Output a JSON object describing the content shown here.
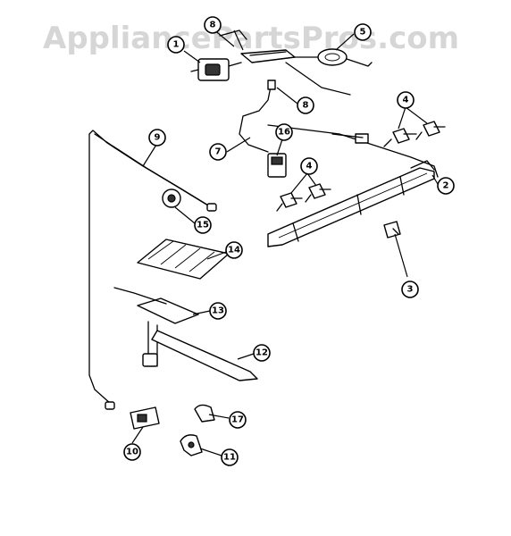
{
  "watermark": "AppliancePartsPros.com",
  "callouts": [
    {
      "id": "c1",
      "label": "1"
    },
    {
      "id": "c2",
      "label": "2"
    },
    {
      "id": "c3",
      "label": "3"
    },
    {
      "id": "c4a",
      "label": "4"
    },
    {
      "id": "c4b",
      "label": "4"
    },
    {
      "id": "c5",
      "label": "5"
    },
    {
      "id": "c7",
      "label": "7"
    },
    {
      "id": "c8a",
      "label": "8"
    },
    {
      "id": "c8b",
      "label": "8"
    },
    {
      "id": "c10",
      "label": "10"
    },
    {
      "id": "c11",
      "label": "11"
    },
    {
      "id": "c12",
      "label": "12"
    },
    {
      "id": "c13",
      "label": "13"
    },
    {
      "id": "c14",
      "label": "14"
    },
    {
      "id": "c15",
      "label": "15"
    },
    {
      "id": "c16",
      "label": "16"
    },
    {
      "id": "c17",
      "label": "17"
    }
  ]
}
